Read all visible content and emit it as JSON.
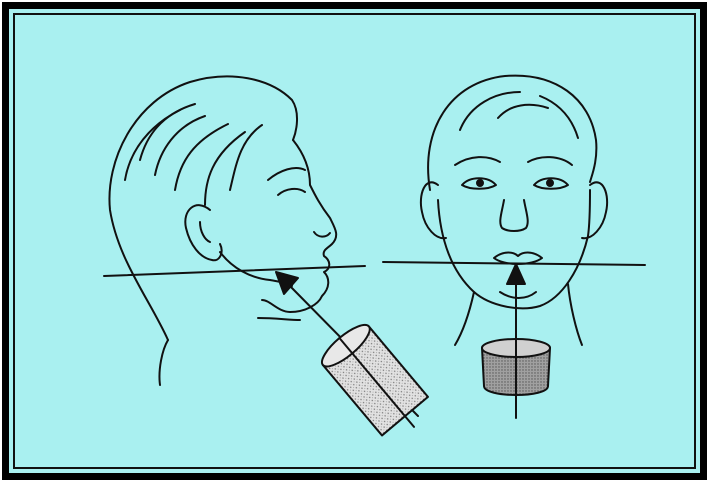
{
  "figure": {
    "background_color": "#a9f0f0",
    "frame_color": "#000000",
    "line_color": "#111111",
    "cylinder_fill": "#d8d8d8",
    "cylinder_face_fill": "#9a9a9a",
    "panels": [
      {
        "id": "lateral-view",
        "view": "profile",
        "beam_direction": "upward-oblique",
        "receptor_line": "horizontal"
      },
      {
        "id": "frontal-view",
        "view": "frontal",
        "beam_direction": "vertical-upward",
        "receptor_line": "horizontal"
      }
    ]
  }
}
